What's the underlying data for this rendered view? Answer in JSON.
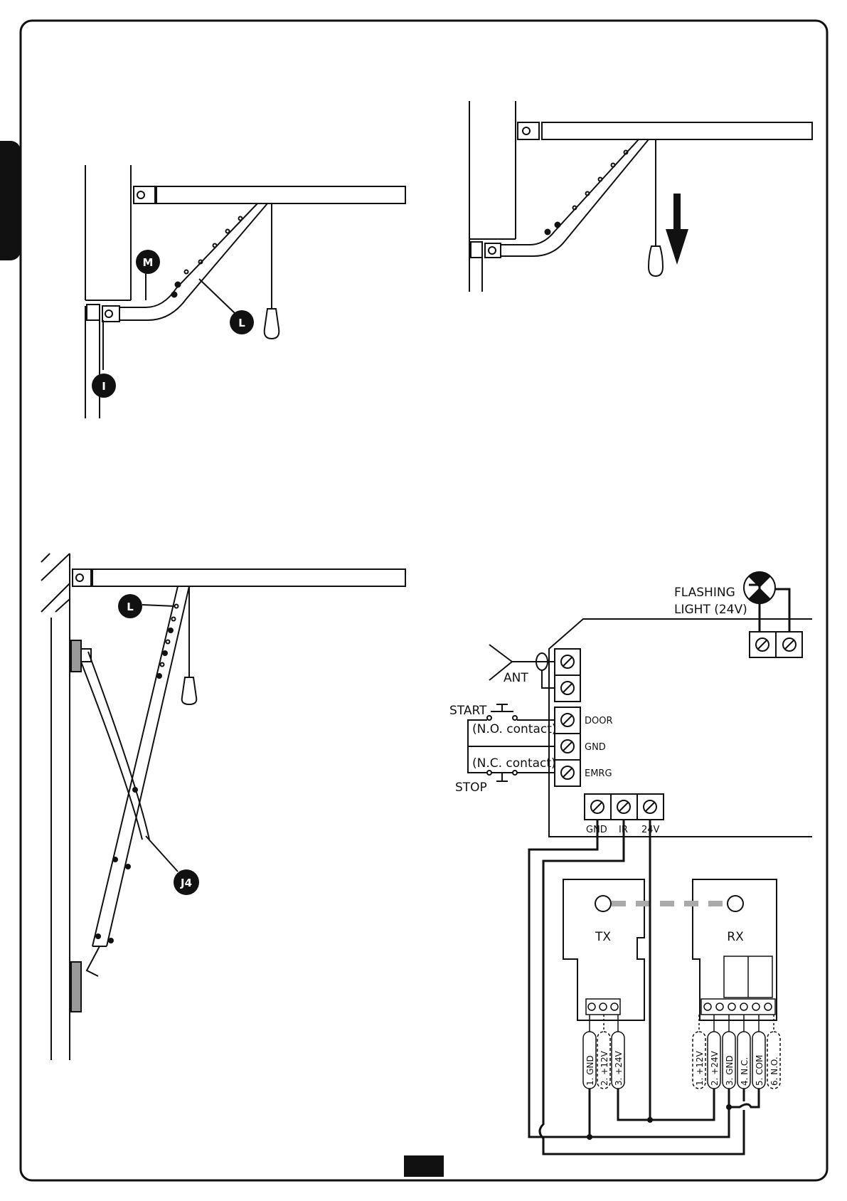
{
  "callouts": {
    "m": "M",
    "l_top": "L",
    "i": "I",
    "l_bottom": "L",
    "j4": "J4"
  },
  "wiring": {
    "flashing_light_line1": "FLASHING",
    "flashing_light_line2": "LIGHT (24V)",
    "ant": "ANT",
    "start": "START",
    "no_contact": "(N.O. contact)",
    "nc_contact": "(N.C. contact)",
    "stop": "STOP",
    "door": "DOOR",
    "gnd": "GND",
    "emrg": "EMRG",
    "bottom_gnd": "GND",
    "bottom_ir": "IR",
    "bottom_24v": "24V",
    "tx": "TX",
    "rx": "RX",
    "tx_pins": [
      "1. GND",
      "2. +12V",
      "3. +24V"
    ],
    "rx_pins": [
      "1. +12V",
      "2. +24V",
      "3. GND",
      "4. N.C.",
      "5. COM",
      "6. N.O."
    ]
  },
  "colors": {
    "line": "#111111",
    "beam_dash": "#aaaaaa",
    "grey_block": "#999999",
    "black_tab": "#111111"
  }
}
